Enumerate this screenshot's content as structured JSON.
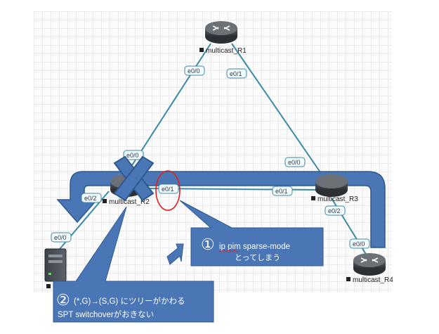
{
  "nodes": {
    "r1": {
      "label": "multicast_R1"
    },
    "r2": {
      "label": "multicast_R2"
    },
    "r3": {
      "label": "multicast_R3"
    },
    "r4": {
      "label": "multicast_R4"
    }
  },
  "ports": {
    "r1_e00": "e0/0",
    "r1_e01": "e0/1",
    "r2_e00": "e0/0",
    "r2_e01": "e0/1",
    "r2_e02": "e0/2",
    "r3_e00": "e0/0",
    "r3_e01": "e0/1",
    "r3_e02": "e0/2",
    "r4_e00": "e0/0",
    "host_e00": "e0/0"
  },
  "callouts": {
    "c1": {
      "number": "①",
      "line1": "ip pim sparse-mode",
      "line2": "とってしまう"
    },
    "c2": {
      "number": "②",
      "line1": "(*,G)→(S,G) にツリーがかわる",
      "line2": "SPT switchoverがおきない"
    }
  },
  "colors": {
    "link": "#3d8aa6",
    "arrow_fill": "#4a76b6",
    "arrow_stroke": "#2e5a92",
    "highlight": "#e02020"
  }
}
